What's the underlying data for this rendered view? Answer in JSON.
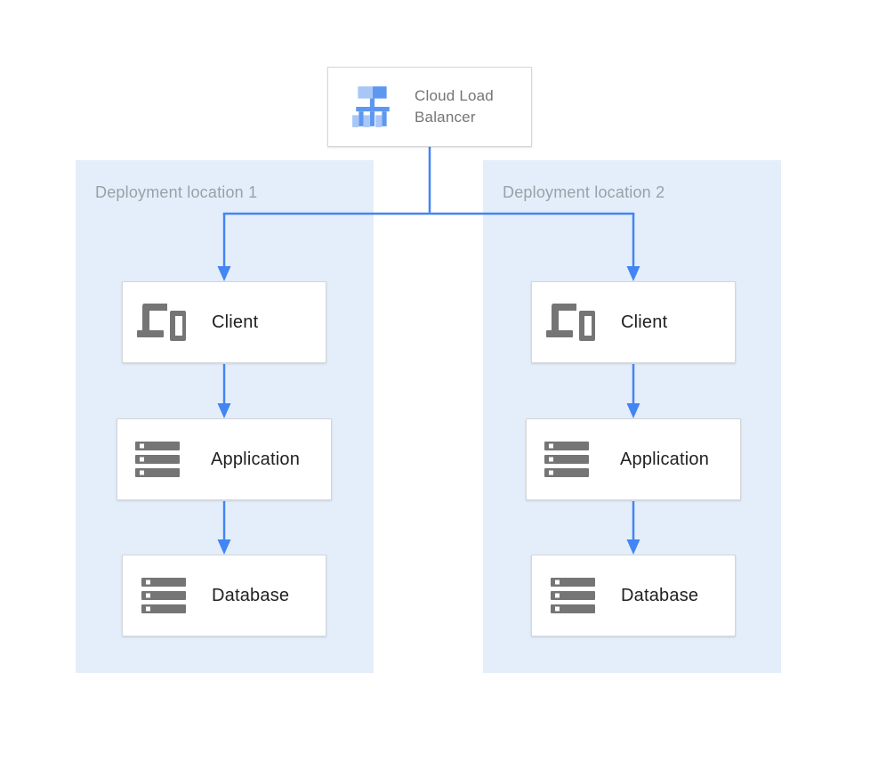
{
  "colors": {
    "accent_blue": "#4285F4",
    "panel_blue": "#E4EEFA",
    "icon_gray": "#757575",
    "lb_icon_light": "#A9C7F6",
    "lb_icon_medium": "#5E97F0",
    "node_border": "#D4D6D8",
    "panel_label_gray": "#99A1A8",
    "node_text_dark": "#212121"
  },
  "diagram": {
    "load_balancer": {
      "label": "Cloud Load Balancer",
      "icon": "load-balancer-icon"
    },
    "locations": [
      {
        "label": "Deployment location 1",
        "nodes": [
          {
            "label": "Client",
            "icon": "devices-icon"
          },
          {
            "label": "Application",
            "icon": "server-stack-icon"
          },
          {
            "label": "Database",
            "icon": "server-stack-icon"
          }
        ]
      },
      {
        "label": "Deployment location 2",
        "nodes": [
          {
            "label": "Client",
            "icon": "devices-icon"
          },
          {
            "label": "Application",
            "icon": "server-stack-icon"
          },
          {
            "label": "Database",
            "icon": "server-stack-icon"
          }
        ]
      }
    ]
  }
}
